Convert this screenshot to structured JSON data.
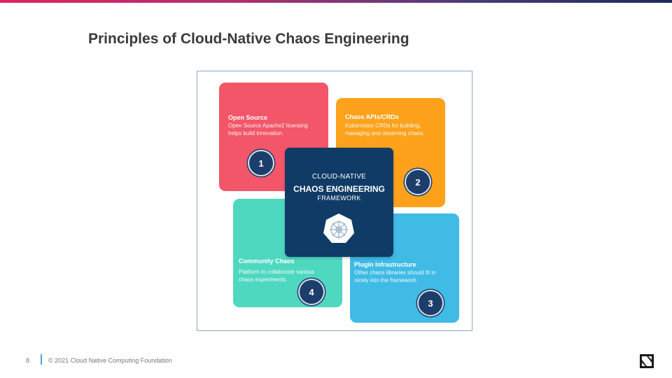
{
  "slide": {
    "title": "Principles of Cloud-Native Chaos Engineering",
    "page_number": "8",
    "footer": "© 2021 Cloud Native Computing Foundation"
  },
  "diagram": {
    "center": {
      "line1": "CLOUD-NATIVE",
      "line2": "CHAOS ENGINEERING",
      "line3": "FRAMEWORK"
    },
    "cards": [
      {
        "number": "1",
        "title": "Open Source",
        "desc1": "Open Source Apache2 licensing",
        "desc2": "helps build innovation.",
        "color": "#f25668"
      },
      {
        "number": "2",
        "title": "Chaos APIs/CRDs",
        "desc1": "Kubernetes CRDs for building,",
        "desc2": "managing and observing chaos.",
        "color": "#fea21b"
      },
      {
        "number": "3",
        "title": "Plugin Infrastructure",
        "desc1": "Other chaos libraries should fit in",
        "desc2": "nicely into the framework.",
        "color": "#3fbbe6"
      },
      {
        "number": "4",
        "title": "Community Chaos",
        "desc1": "Platform to collaborate various",
        "desc2": "chaos experiments.",
        "color": "#4fd8c0"
      }
    ],
    "center_color": "#0f3b66"
  },
  "icons": {
    "center_logo": "kubernetes-heptagon-icon",
    "corner_logo": "cncf-logo-icon"
  }
}
